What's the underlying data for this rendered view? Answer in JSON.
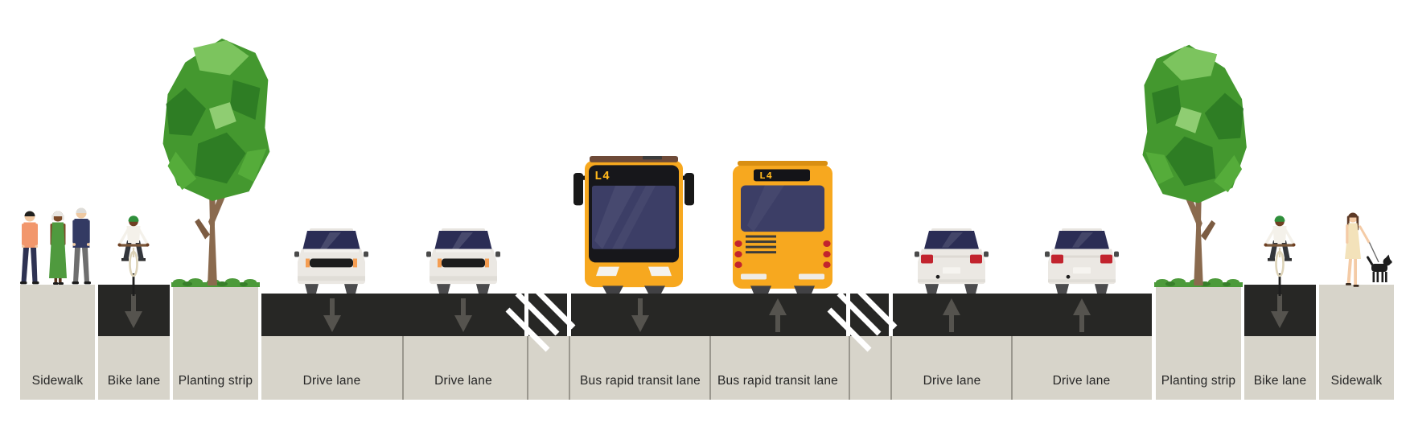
{
  "scene": {
    "kind": "street-cross-section-diagram",
    "description": "Flat illustration of a complete street cross section with sidewalks, bike lanes, planting strips with trees, drive lanes with cars, striped buffers and center bus rapid transit lanes with buses"
  },
  "palette": {
    "background": "#ffffff",
    "ground": "#d7d4ca",
    "asphalt": "#272725",
    "arrow": "#55534e",
    "separator": "#9a978e",
    "grass": "#4c9a3a",
    "bus_yellow": "#f7a81f",
    "label_text": "#252525"
  },
  "segments": [
    {
      "label": "Sidewalk",
      "type": "sidewalk"
    },
    {
      "label": "Bike lane",
      "type": "bike-lane",
      "direction": "down"
    },
    {
      "label": "Planting strip",
      "type": "planting-strip"
    },
    {
      "label": "Drive lane",
      "type": "drive-lane",
      "direction": "down"
    },
    {
      "label": "Drive lane",
      "type": "drive-lane",
      "direction": "down"
    },
    {
      "label": "",
      "type": "striped-buffer"
    },
    {
      "label": "Bus rapid transit lane",
      "type": "brt-lane",
      "direction": "down"
    },
    {
      "label": "Bus rapid transit lane",
      "type": "brt-lane",
      "direction": "up"
    },
    {
      "label": "",
      "type": "striped-buffer"
    },
    {
      "label": "Drive lane",
      "type": "drive-lane",
      "direction": "up"
    },
    {
      "label": "Drive lane",
      "type": "drive-lane",
      "direction": "up"
    },
    {
      "label": "Planting strip",
      "type": "planting-strip"
    },
    {
      "label": "Bike lane",
      "type": "bike-lane",
      "direction": "down"
    },
    {
      "label": "Sidewalk",
      "type": "sidewalk"
    }
  ],
  "vehicles": {
    "bus_route_label": "L4"
  }
}
